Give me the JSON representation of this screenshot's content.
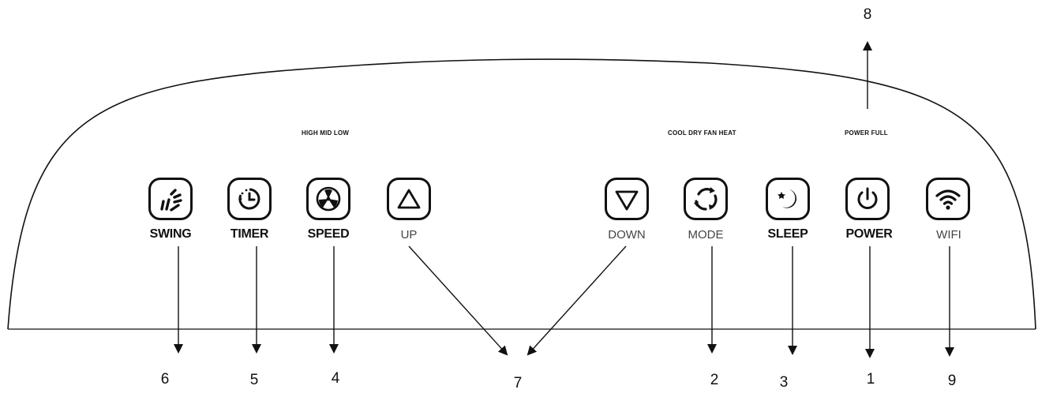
{
  "indicators": {
    "speed": "HIGH  MID  LOW",
    "mode": "COOL  DRY   FAN  HEAT",
    "power": "POWER  FULL"
  },
  "buttons": [
    {
      "key": "swing",
      "label": "SWING",
      "icon": "swing-icon",
      "callout": "6"
    },
    {
      "key": "timer",
      "label": "TIMER",
      "icon": "timer-icon",
      "callout": "5"
    },
    {
      "key": "speed",
      "label": "SPEED",
      "icon": "fan-icon",
      "callout": "4"
    },
    {
      "key": "up",
      "label": "UP",
      "icon": "triangle-up-icon",
      "callout": "7"
    },
    {
      "key": "down",
      "label": "DOWN",
      "icon": "triangle-down-icon",
      "callout": "7"
    },
    {
      "key": "mode",
      "label": "MODE",
      "icon": "mode-cycle-icon",
      "callout": "2"
    },
    {
      "key": "sleep",
      "label": "SLEEP",
      "icon": "moon-star-icon",
      "callout": "3"
    },
    {
      "key": "power",
      "label": "POWER",
      "icon": "power-icon",
      "callout": "1"
    },
    {
      "key": "wifi",
      "label": "WIFI",
      "icon": "wifi-icon",
      "callout": "9"
    }
  ],
  "callouts": {
    "one": "1",
    "two": "2",
    "three": "3",
    "four": "4",
    "five": "5",
    "six": "6",
    "seven": "7",
    "eight": "8",
    "nine": "9"
  },
  "colors": {
    "line": "#111111",
    "panel": "#ffffff"
  }
}
